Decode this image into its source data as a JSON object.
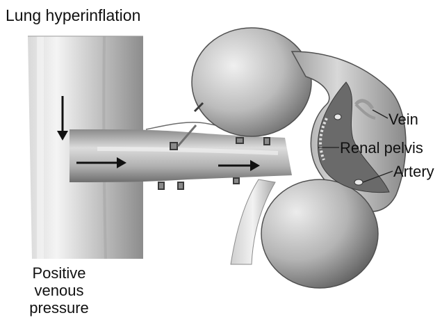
{
  "labels": {
    "lung_hyperinflation": "Lung hyperinflation",
    "positive_venous_pressure": [
      "Positive",
      "venous",
      "pressure"
    ],
    "vein": "Vein",
    "renal_pelvis": "Renal pelvis",
    "artery": "Artery"
  },
  "colors": {
    "background": "#ffffff",
    "tissue_light": "#e6e6e6",
    "tissue_mid": "#bdbdbd",
    "tissue_dark": "#7a7a7a",
    "outline": "#3a3a3a"
  },
  "icons": [
    "arrow-down-icon",
    "arrow-right-icon"
  ]
}
